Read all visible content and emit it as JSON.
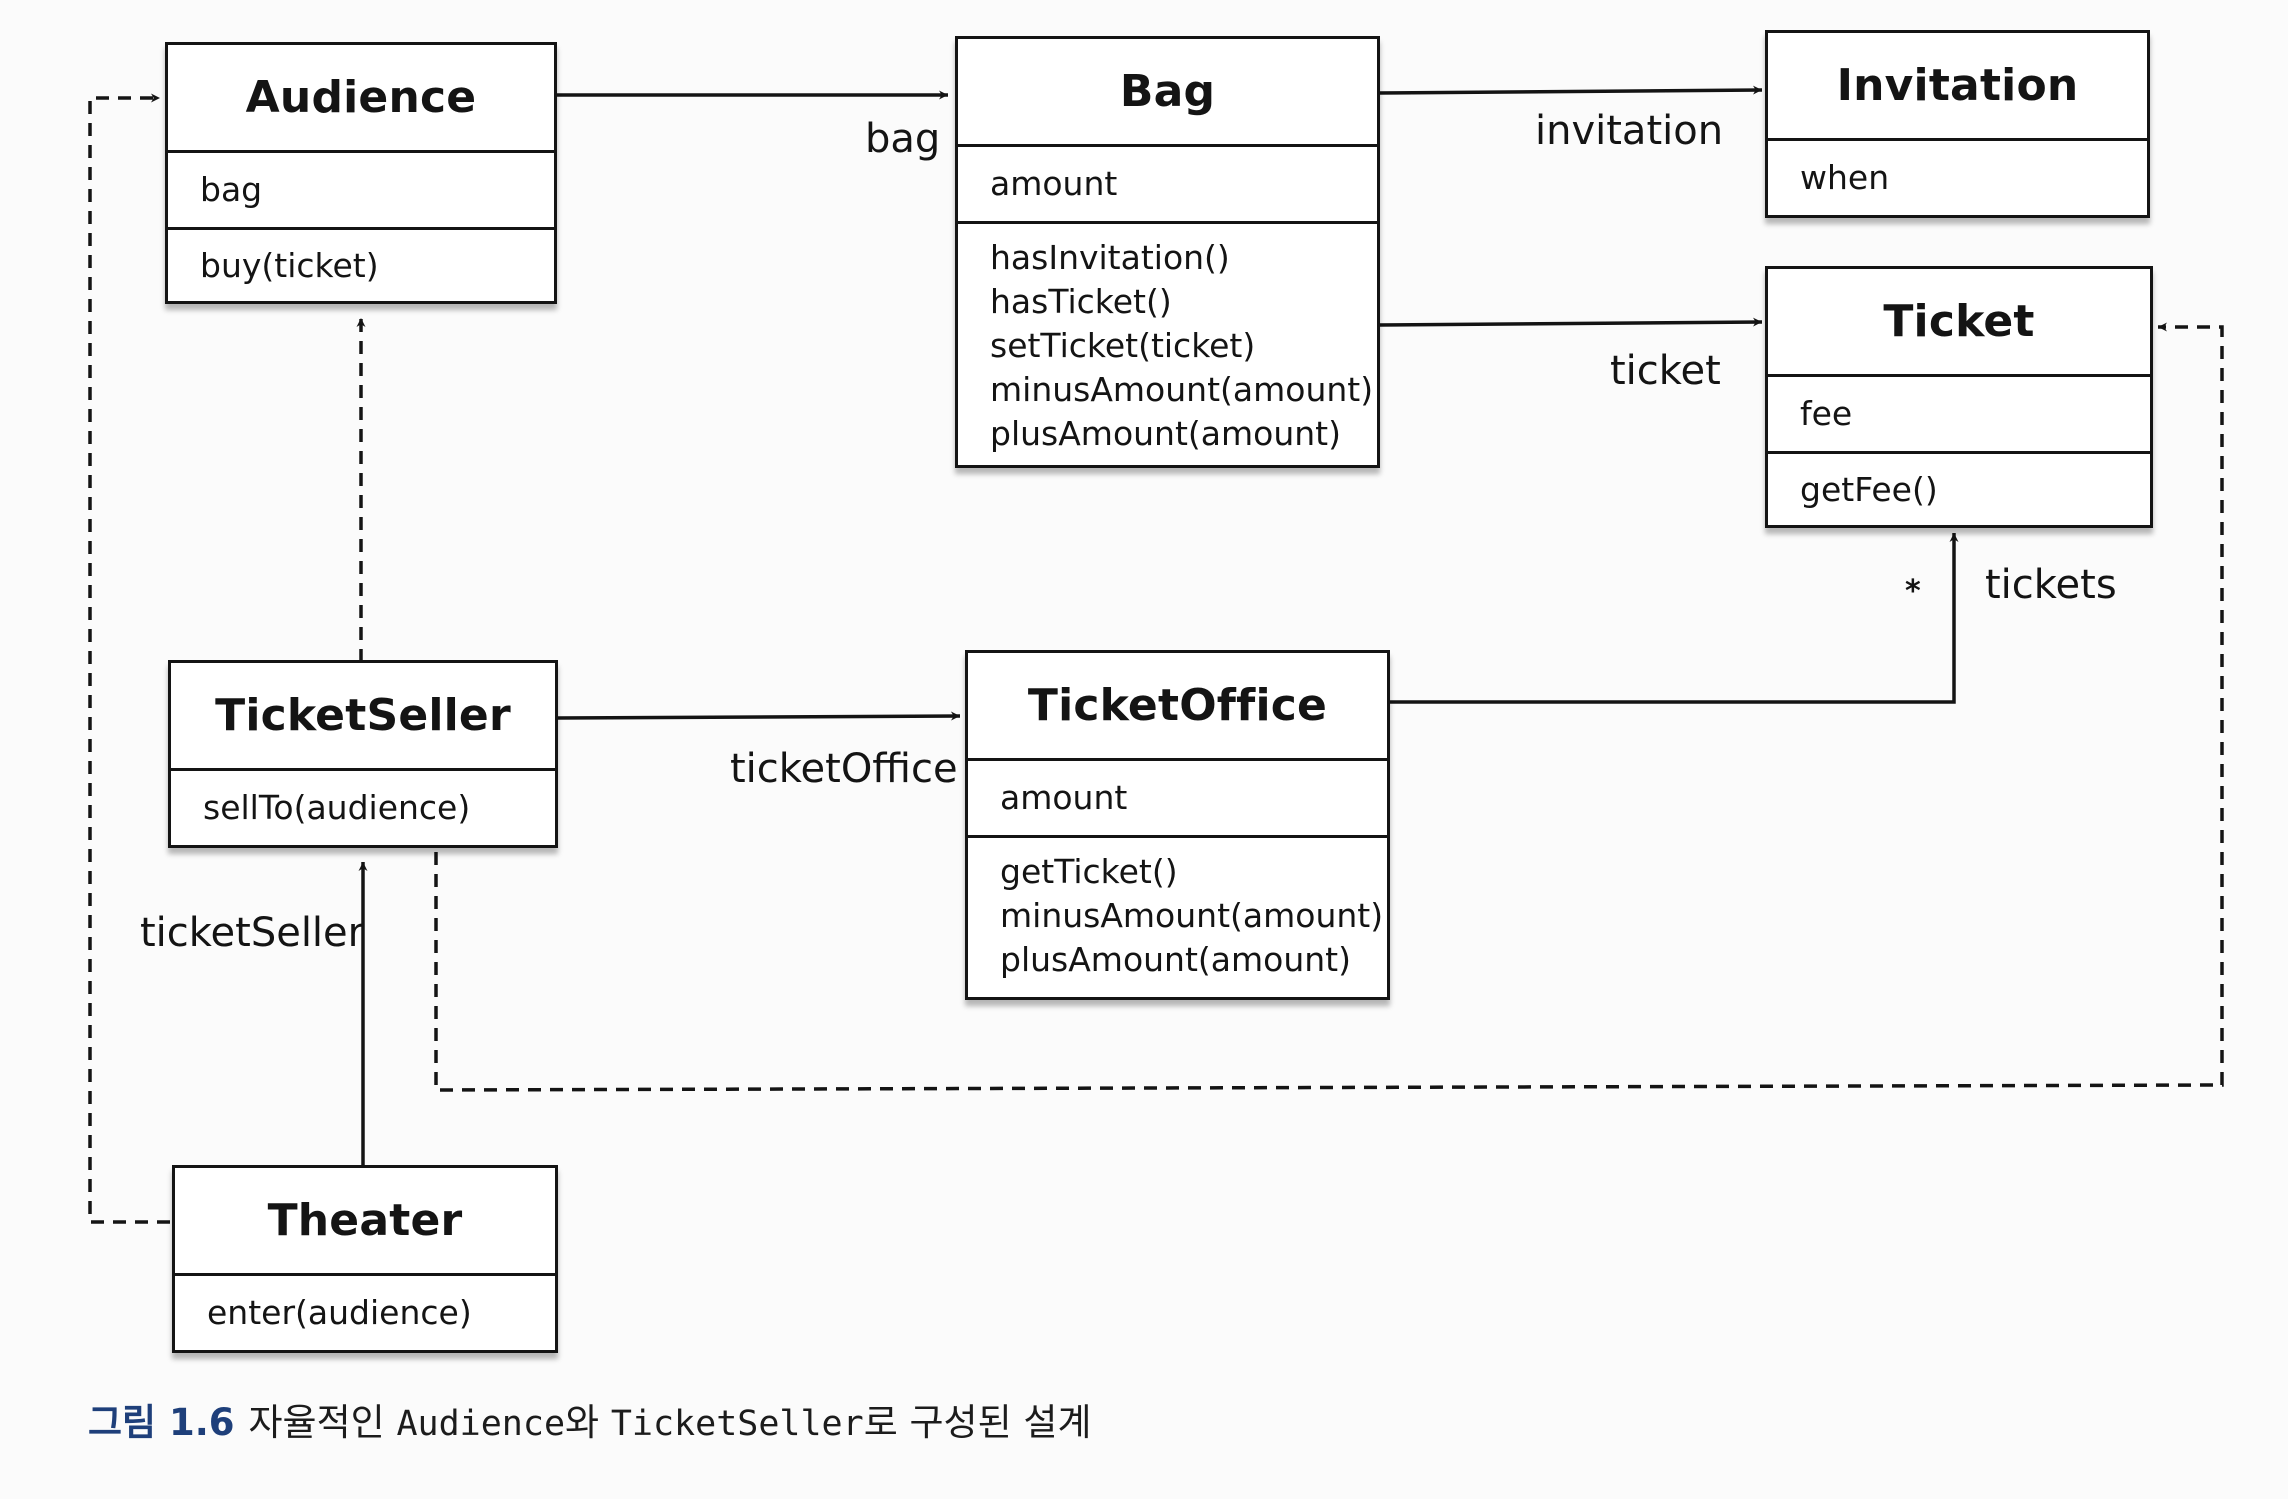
{
  "classes": {
    "audience": {
      "name": "Audience",
      "attributes": [
        "bag"
      ],
      "operations": [
        "buy(ticket)"
      ]
    },
    "bag": {
      "name": "Bag",
      "attributes": [
        "amount"
      ],
      "operations": [
        "hasInvitation()",
        "hasTicket()",
        "setTicket(ticket)",
        "minusAmount(amount)",
        "plusAmount(amount)"
      ]
    },
    "invitation": {
      "name": "Invitation",
      "attributes": [
        "when"
      ]
    },
    "ticket": {
      "name": "Ticket",
      "attributes": [
        "fee"
      ],
      "operations": [
        "getFee()"
      ]
    },
    "ticketSeller": {
      "name": "TicketSeller",
      "operations": [
        "sellTo(audience)"
      ]
    },
    "ticketOffice": {
      "name": "TicketOffice",
      "attributes": [
        "amount"
      ],
      "operations": [
        "getTicket()",
        "minusAmount(amount)",
        "plusAmount(amount)"
      ]
    },
    "theater": {
      "name": "Theater",
      "operations": [
        "enter(audience)"
      ]
    }
  },
  "associations": [
    {
      "from": "Audience",
      "to": "Bag",
      "role": "bag"
    },
    {
      "from": "Bag",
      "to": "Invitation",
      "role": "invitation"
    },
    {
      "from": "Bag",
      "to": "Ticket",
      "role": "ticket"
    },
    {
      "from": "TicketSeller",
      "to": "TicketOffice",
      "role": "ticketOffice"
    },
    {
      "from": "TicketOffice",
      "to": "Ticket",
      "role": "tickets",
      "multiplicity": "*"
    },
    {
      "from": "Theater",
      "to": "TicketSeller",
      "role": "ticketSeller"
    }
  ],
  "dependencies": [
    {
      "from": "TicketSeller",
      "to": "Audience"
    },
    {
      "from": "Theater",
      "to": "Audience"
    },
    {
      "from": "TicketSeller",
      "to": "Ticket"
    }
  ],
  "caption": {
    "figure": "그림 1.6",
    "part1": "자율적인",
    "audience": "Audience",
    "part2": "와",
    "seller": "TicketSeller",
    "part3": "로 구성된 설계"
  }
}
